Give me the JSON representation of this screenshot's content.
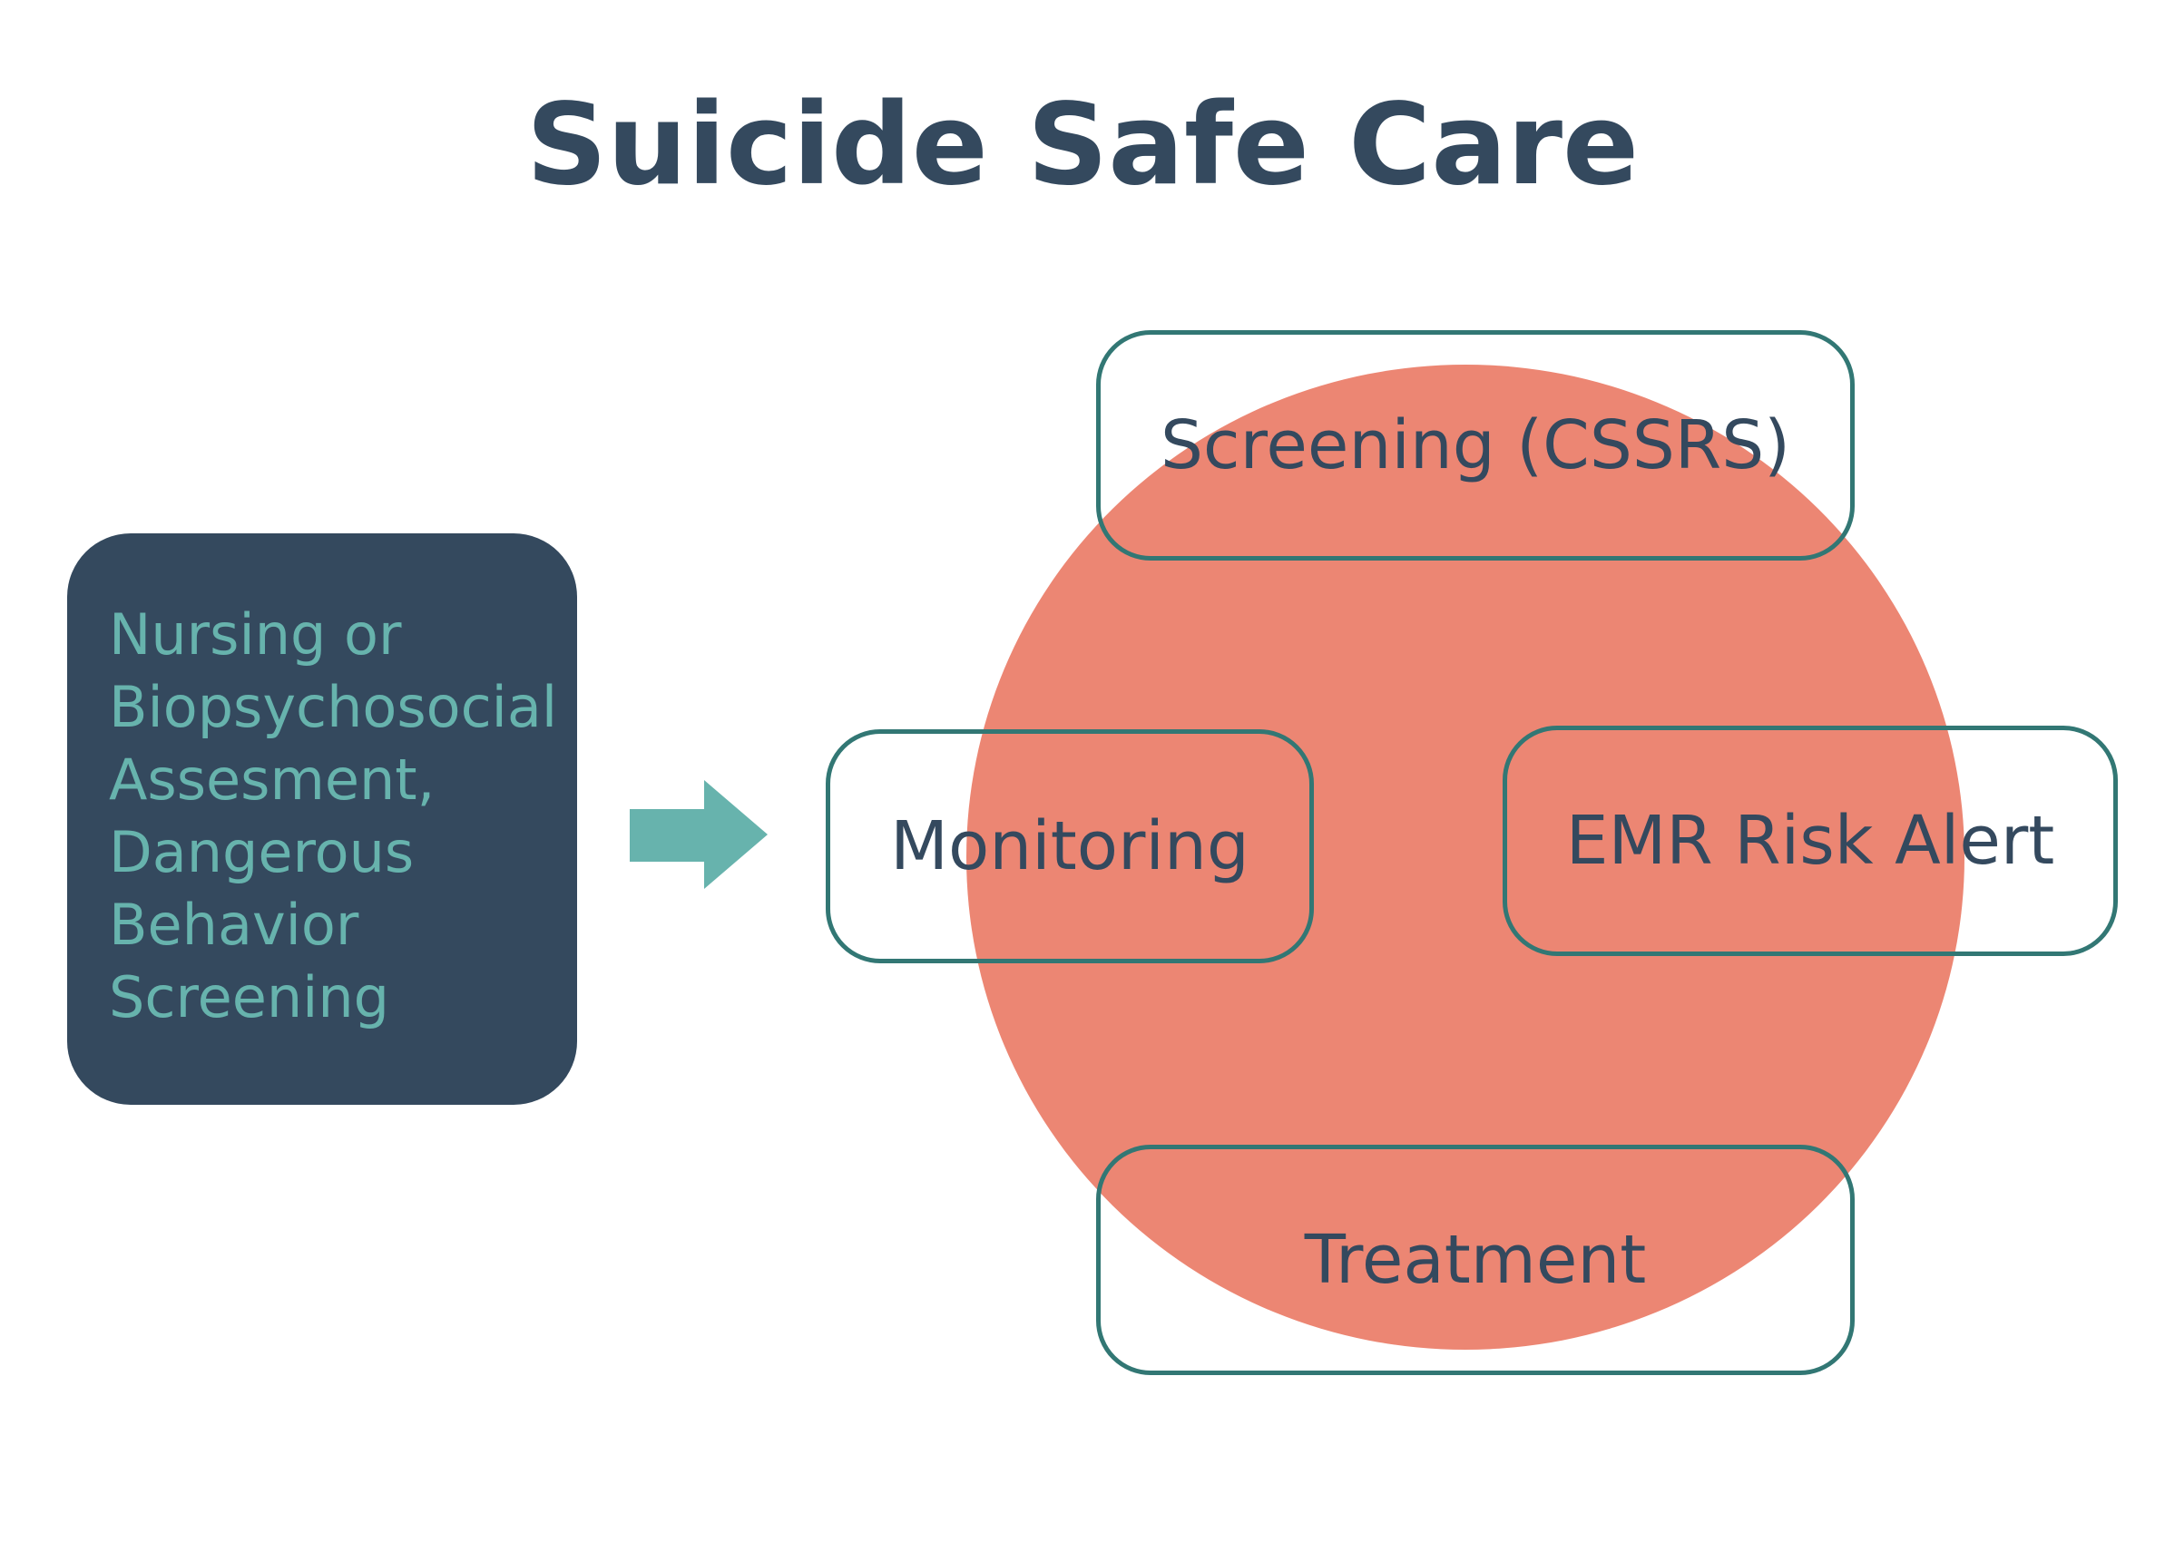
{
  "title": "Suicide Safe Care",
  "input_box": {
    "lines": [
      "Nursing or",
      "Biopsychosocial",
      "Assesment,",
      "Dangerous",
      "Behavior",
      "Screening"
    ]
  },
  "cycle": {
    "nodes": {
      "screening": "Screening (CSSRS)",
      "monitoring": "Monitoring",
      "emr_alert": "EMR Risk Alert",
      "treatment": "Treatment"
    }
  },
  "colors": {
    "dark_navy": "#34495e",
    "teal_text": "#67b3ad",
    "coral_circle": "#ec8673",
    "node_border": "#327774",
    "arrow": "#67b3ad"
  }
}
